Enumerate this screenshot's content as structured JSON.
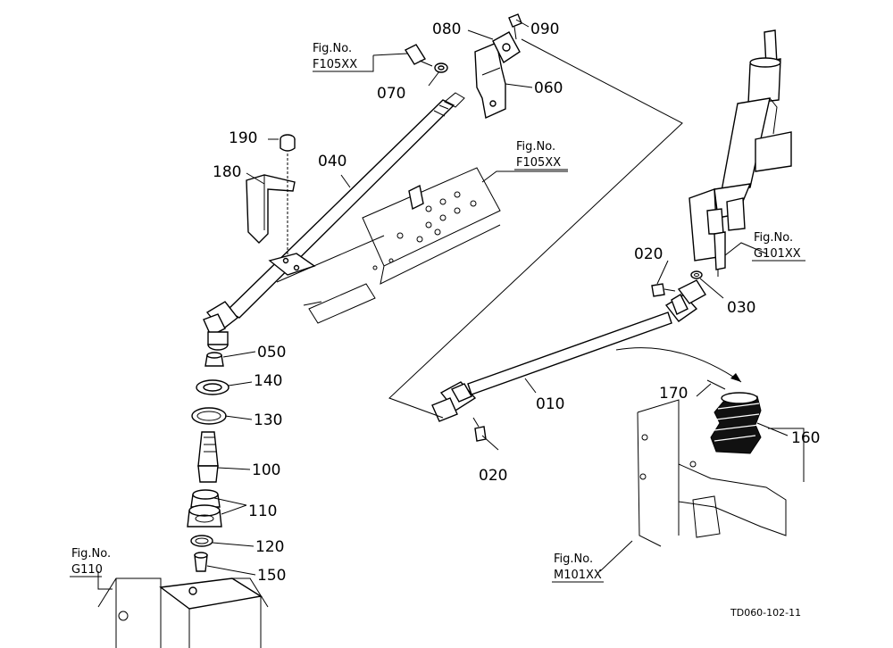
{
  "diagram": {
    "callouts": {
      "c010": "010",
      "c020a": "020",
      "c020b": "020",
      "c030": "030",
      "c040": "040",
      "c050": "050",
      "c060": "060",
      "c070": "070",
      "c080": "080",
      "c090": "090",
      "c100": "100",
      "c110": "110",
      "c120": "120",
      "c130": "130",
      "c140": "140",
      "c150": "150",
      "c160": "160",
      "c170": "170",
      "c180": "180",
      "c190": "190"
    },
    "fig_refs": {
      "f105_top": {
        "line1": "Fig.No.",
        "line2": "F105XX"
      },
      "f105_mid": {
        "line1": "Fig.No.",
        "line2": "F105XX"
      },
      "g101": {
        "line1": "Fig.No.",
        "line2": "G101XX"
      },
      "g110": {
        "line1": "Fig.No.",
        "line2": "G110"
      },
      "m101": {
        "line1": "Fig.No.",
        "line2": "M101XX"
      }
    },
    "drawing_code": "TD060-102-11"
  }
}
